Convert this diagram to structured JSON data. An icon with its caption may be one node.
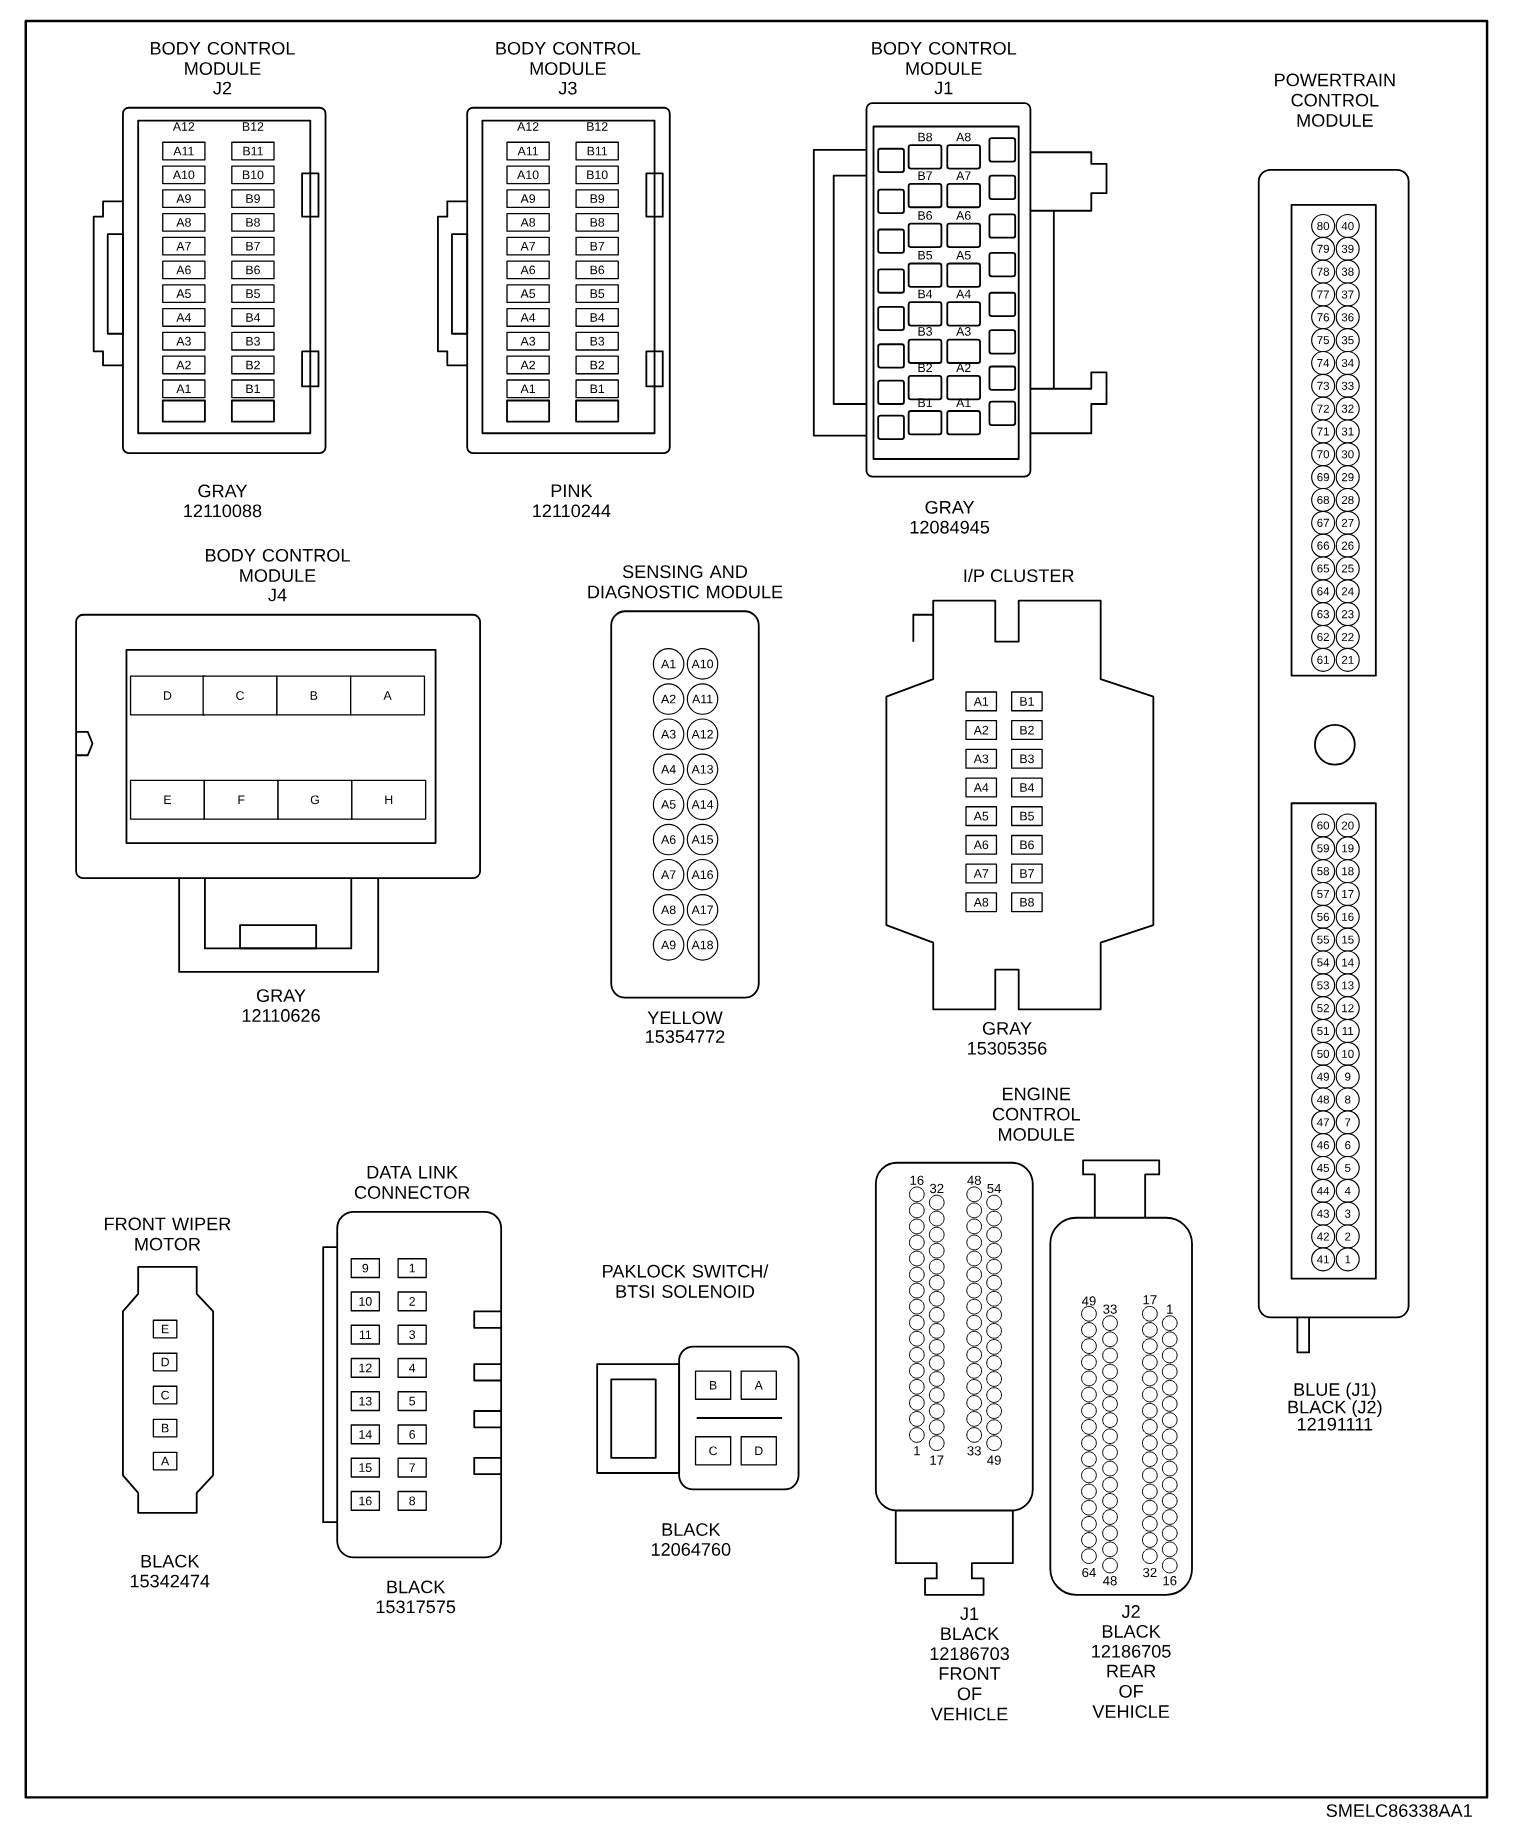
{
  "diagram": {
    "nodes": [
      {
        "text": [
          "BODY CONTROL MODULE",
          "J2",
          "GRAY",
          "12110088"
        ]
      },
      {
        "text": [
          "BODY CONTROL MODULE",
          "J3",
          "PINK",
          "12110244"
        ]
      },
      {
        "text": [
          "BODY CONTROL MODULE",
          "J1",
          "GRAY",
          "12084945"
        ]
      },
      {
        "text": [
          "POWERTRAIN CONTROL MODULE",
          "BLUE (J1)",
          "BLACK (J2)",
          "12191111"
        ]
      },
      {
        "text": [
          "BODY CONTROL MODULE",
          "J4",
          "GRAY",
          "12110626"
        ]
      },
      {
        "text": [
          "SENSING AND DIAGNOSTIC MODULE",
          "YELLOW",
          "15354772"
        ]
      },
      {
        "text": [
          "I/P CLUSTER",
          "GRAY",
          "15305356"
        ]
      },
      {
        "text": [
          "J1",
          "BLACK",
          "12186703",
          "FRONT OF VEHICLE"
        ]
      },
      {
        "text": [
          "J2",
          "BLACK",
          "12186705",
          "REAR OF VEHICLE"
        ]
      },
      {
        "text": [
          "FRONT WIPER MOTOR",
          "BLACK",
          "15342474"
        ]
      },
      {
        "text": [
          "DATA LINK CONNECTOR",
          "BLACK",
          "15317575"
        ]
      },
      {
        "text": [
          "PAKLOCK SWITCH/ BTSI SOLENOID",
          "BLACK",
          "12064760"
        ]
      }
    ],
    "labels": [
      "A12",
      "B12",
      "A11",
      "B11",
      "A10",
      "B10",
      "A9",
      "B9",
      "A8",
      "B8",
      "A7",
      "B7",
      "A6",
      "B6",
      "A5",
      "B5",
      "A4",
      "B4",
      "A3",
      "B3",
      "A2",
      "B2",
      "A1",
      "B1",
      "A12",
      "B12",
      "A11",
      "B11",
      "A10",
      "B10",
      "A9",
      "B9",
      "A8",
      "B8",
      "A7",
      "B7",
      "A6",
      "B6",
      "A5",
      "B5",
      "A4",
      "B4",
      "A3",
      "B3",
      "A2",
      "B2",
      "A1",
      "B1",
      "B8",
      "A8",
      "B7",
      "A7",
      "B6",
      "A6",
      "B5",
      "A5",
      "B4",
      "A4",
      "B3",
      "A3",
      "B2",
      "A2",
      "B1",
      "A1",
      "80",
      "40",
      "79",
      "39",
      "78",
      "38",
      "77",
      "37",
      "76",
      "36",
      "75",
      "35",
      "74",
      "34",
      "73",
      "33",
      "72",
      "32",
      "71",
      "31",
      "70",
      "30",
      "69",
      "29",
      "68",
      "28",
      "67",
      "27",
      "66",
      "26",
      "65",
      "25",
      "64",
      "24",
      "63",
      "23",
      "62",
      "22",
      "61",
      "21",
      "60",
      "20",
      "59",
      "19",
      "58",
      "18",
      "57",
      "17",
      "56",
      "16",
      "55",
      "15",
      "54",
      "14",
      "53",
      "13",
      "52",
      "12",
      "51",
      "11",
      "50",
      "10",
      "49",
      "9",
      "48",
      "8",
      "47",
      "7",
      "46",
      "6",
      "45",
      "5",
      "44",
      "4",
      "43",
      "3",
      "42",
      "2",
      "41",
      "1",
      "D",
      "C",
      "B",
      "A",
      "E",
      "F",
      "G",
      "H",
      "A1",
      "A10",
      "A2",
      "A11",
      "A3",
      "A12",
      "A4",
      "A13",
      "A5",
      "A14",
      "A6",
      "A15",
      "A7",
      "A16",
      "A8",
      "A17",
      "A9",
      "A18",
      "A1",
      "B1",
      "A2",
      "B2",
      "A3",
      "B3",
      "A4",
      "B4",
      "A5",
      "B5",
      "A6",
      "B6",
      "A7",
      "B7",
      "A8",
      "B8",
      "ENGINE CONTROL MODULE",
      "16",
      "32",
      "48",
      "54",
      "49",
      "33",
      "17",
      "1",
      "1",
      "17",
      "33",
      "49",
      "64",
      "48",
      "32",
      "16",
      "E",
      "D",
      "C",
      "B",
      "A",
      "9",
      "1",
      "10",
      "2",
      "11",
      "3",
      "12",
      "4",
      "13",
      "5",
      "14",
      "6",
      "15",
      "7",
      "16",
      "8",
      "B",
      "A",
      "C",
      "D",
      "SMELC86338AA1"
    ]
  }
}
